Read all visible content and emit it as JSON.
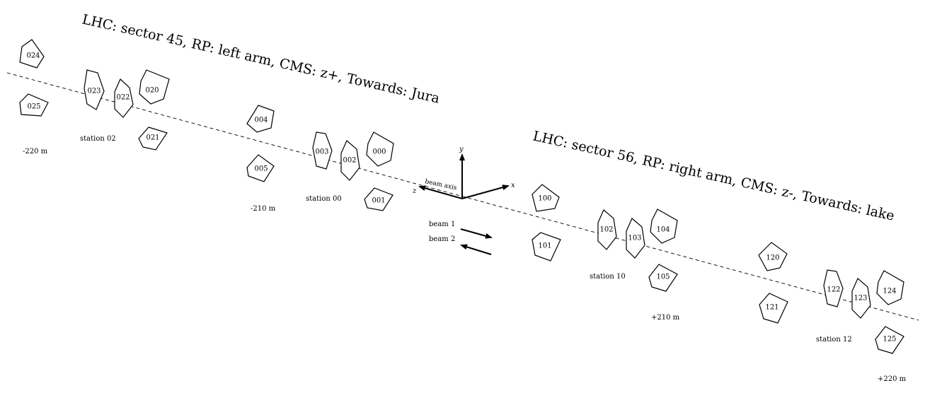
{
  "titles": {
    "left": "LHC: sector 45, RP: left arm, CMS: z+, Towards: Jura",
    "right": "LHC: sector 56, RP: right arm, CMS: z-, Towards: lake"
  },
  "axes": {
    "y": "y",
    "x": "x",
    "z": "z",
    "beam_axis": "beam axis"
  },
  "beams": {
    "beam1": "beam 1",
    "beam2": "beam 2"
  },
  "stations": {
    "s02": "station 02",
    "s00": "station 00",
    "s10": "station 10",
    "s12": "station 12"
  },
  "distances": {
    "m220": "-220 m",
    "m210": "-210 m",
    "p210": "+210 m",
    "p220": "+220 m"
  },
  "pots": {
    "p024": "024",
    "p025": "025",
    "p023": "023",
    "p022": "022",
    "p020": "020",
    "p021": "021",
    "p004": "004",
    "p005": "005",
    "p003": "003",
    "p002": "002",
    "p000": "000",
    "p001": "001",
    "p100": "100",
    "p101": "101",
    "p102": "102",
    "p103": "103",
    "p104": "104",
    "p105": "105",
    "p120": "120",
    "p121": "121",
    "p122": "122",
    "p123": "123",
    "p124": "124",
    "p125": "125"
  }
}
